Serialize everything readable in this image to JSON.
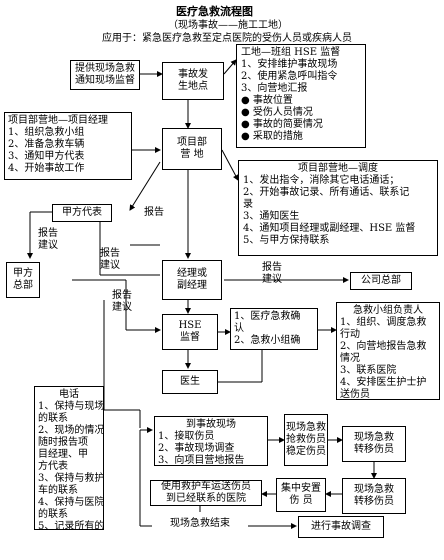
{
  "title": "医疗急救流程图",
  "subtitle": "（现场事故——施工工地）",
  "scope": "应用于：紧急医疗急救至定点医院的受伤人员或疾病人员",
  "n_report_site": [
    "提供现场急救",
    "通知现场监督"
  ],
  "n_accident_site": [
    "事故发",
    "生地点"
  ],
  "n_site_hse": {
    "heading": "工地—班组 HSE 监督",
    "items": [
      "1、安排维护事故现场",
      "2、使用紧急呼叫指令",
      "3、向营地汇报",
      "● 事故位置",
      "● 受伤人员情况",
      "● 事故的简要情况",
      "● 采取的措施"
    ]
  },
  "n_pm": {
    "heading": "项目部营地—项目经理",
    "items": [
      "1、组织急救小组",
      "2、准备急救车辆",
      "3、通知甲方代表",
      "4、开始事故工作"
    ]
  },
  "n_project_camp": [
    "项目部",
    "营 地"
  ],
  "n_dispatch": {
    "heading": "项目部营地—调度",
    "items": [
      "1、发出指令，消除其它电话通话；",
      "2、开始事故记录、所有通话、联系记",
      "录",
      "3、通知医生",
      "4、通知项目经理或副经理、HSE 监督",
      "5、与甲方保持联系"
    ]
  },
  "n_owner_rep": "甲方代表",
  "n_owner_hq": [
    "甲方",
    "总部"
  ],
  "n_manager": [
    "经理或",
    "副经理"
  ],
  "n_company_hq": "公司总部",
  "n_hse": [
    "HSE",
    "监督"
  ],
  "n_doc_tasks": [
    "1、医疗急救确",
    "认",
    "2、急救小组确"
  ],
  "n_team_leader": {
    "heading": "急救小组负责人",
    "items": [
      "1、组织、调度急救",
      "行动",
      "2、向营地报告急救",
      "情况",
      "3、联系医院",
      "4、安排医生护士护",
      "送伤员"
    ]
  },
  "n_doctor": "医生",
  "n_phone": {
    "heading": "电话",
    "items": [
      "1、保持与现场",
      "的联系",
      "2、现场的情况",
      "随时报告项",
      "目经理、甲",
      "方代表",
      "3、保持与救护",
      "车的联系",
      "4、保持与医院",
      "的联系",
      "5、记录所有的"
    ]
  },
  "n_arrive": {
    "heading": "到事故现场",
    "items": [
      "1、接取伤员",
      "2、事故现场调查",
      "3、向项目营地报告"
    ]
  },
  "n_first_aid": [
    "现场急救",
    "",
    "抢救伤员",
    "稳定伤员"
  ],
  "n_transfer1": [
    "现场急救",
    "转移伤员"
  ],
  "n_ambulance": [
    "使用救护车运送伤员",
    "到已经联系的医院"
  ],
  "n_gather": [
    "集中安置",
    "伤 员"
  ],
  "n_transfer2": [
    "现场急救",
    "转移伤员"
  ],
  "n_end": "现场急救结束",
  "n_investigate": "进行事故调查",
  "labels": {
    "report": "报告",
    "report2": [
      "报告",
      "建议"
    ],
    "report3": [
      "报告",
      "建议"
    ],
    "report4": [
      "报告",
      "建议"
    ],
    "report5": [
      "报告",
      "建议"
    ]
  }
}
